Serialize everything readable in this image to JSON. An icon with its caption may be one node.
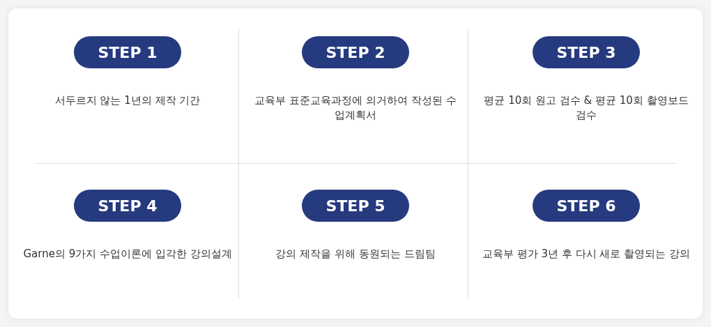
{
  "diagram": {
    "nodes": [
      {
        "text": [
          "STEP 1"
        ],
        "beside": [
          "서두르지 않는 1년의 제작 기간"
        ]
      },
      {
        "text": [
          "STEP 2"
        ],
        "beside": [
          "교육부 표준교육과정에 의거하여 작성된 수업계획서"
        ]
      },
      {
        "text": [
          "STEP 3"
        ],
        "beside": [
          "평균 10회 원고 검수 & 평균 10회 촬영보드 검수"
        ]
      },
      {
        "text": [
          "STEP 4"
        ],
        "beside": [
          "Garne의 9가지 수업이론에 입각한 강의설계"
        ]
      },
      {
        "text": [
          "STEP 5"
        ],
        "beside": [
          "강의 제작을 위해 동원되는 드림팀"
        ]
      },
      {
        "text": [
          "STEP 6"
        ],
        "beside": [
          "교육부 평가 3년 후 다시 새로 촬영되는 강의"
        ]
      }
    ],
    "edges": []
  }
}
